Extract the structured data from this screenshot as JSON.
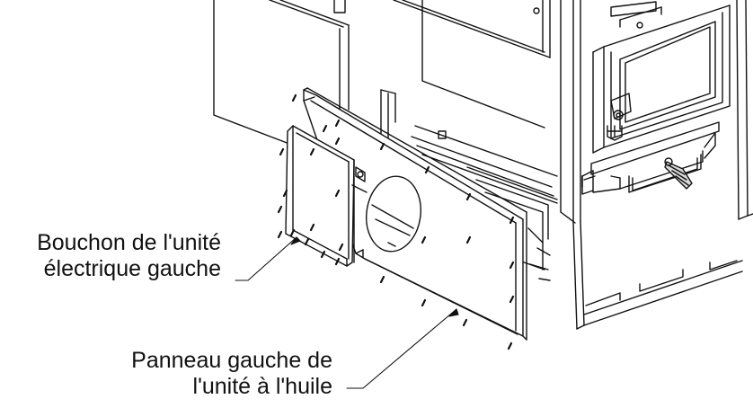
{
  "labels": {
    "plug": {
      "line1": "Bouchon de l'unité",
      "line2": "électrique gauche"
    },
    "panel": {
      "line1": "Panneau gauche de",
      "line2": "l'unité à l'huile"
    }
  },
  "colors": {
    "line": "#111111",
    "fill": "#ffffff",
    "shade": "#d8d8d8"
  }
}
